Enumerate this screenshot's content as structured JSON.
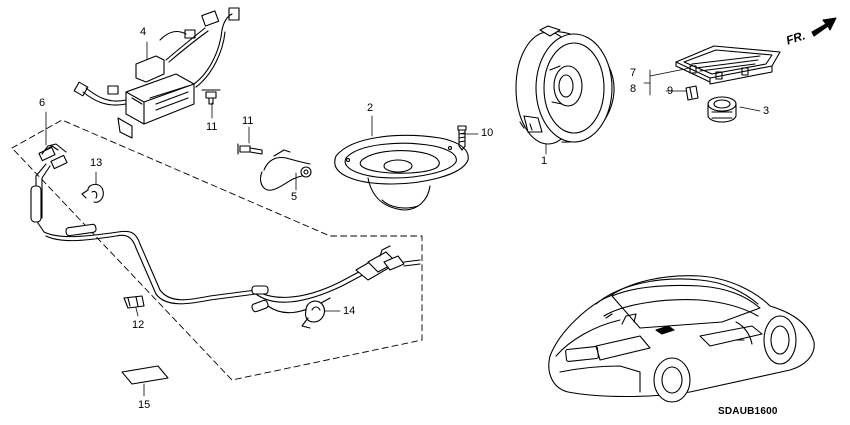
{
  "diagram_code": "SDAUB1600",
  "direction_label": "FR.",
  "callouts": [
    "1",
    "2",
    "3",
    "4",
    "5",
    "6",
    "7",
    "8",
    "9",
    "10",
    "11",
    "11",
    "12",
    "13",
    "14",
    "15"
  ]
}
